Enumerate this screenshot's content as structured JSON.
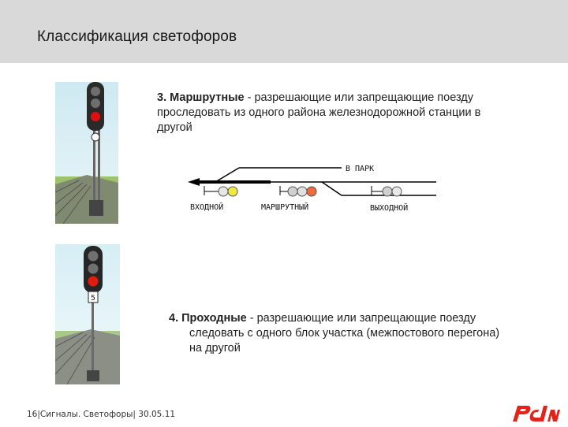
{
  "header": {
    "title": "Классификация светофоров"
  },
  "section3": {
    "heading": "3. Маршрутные",
    "text_line1": " - разрешающие или запрещающие поезду",
    "text_line2": "проследовать из одного района железнодорожной станции в",
    "text_line3": "другой"
  },
  "diagram": {
    "park_label": "В ПАРК",
    "entry_label": "ВХОДНОЙ",
    "route_label": "МАРШРУТНЫЙ",
    "exit_label": "ВЫХОДНОЙ"
  },
  "section4": {
    "heading": "4. Проходные",
    "text_line1": " - разрешающие или запрещающие поезду",
    "text_line2": "следовать с одного блок участка (межпостового перегона)",
    "text_line3": "на другой"
  },
  "signal_plate": {
    "label": "5"
  },
  "footer": {
    "text": "16|Сигналы. Светофоры| 30.05.11"
  },
  "logo": {
    "name": "rzd-logo",
    "color": "#e2231a"
  }
}
